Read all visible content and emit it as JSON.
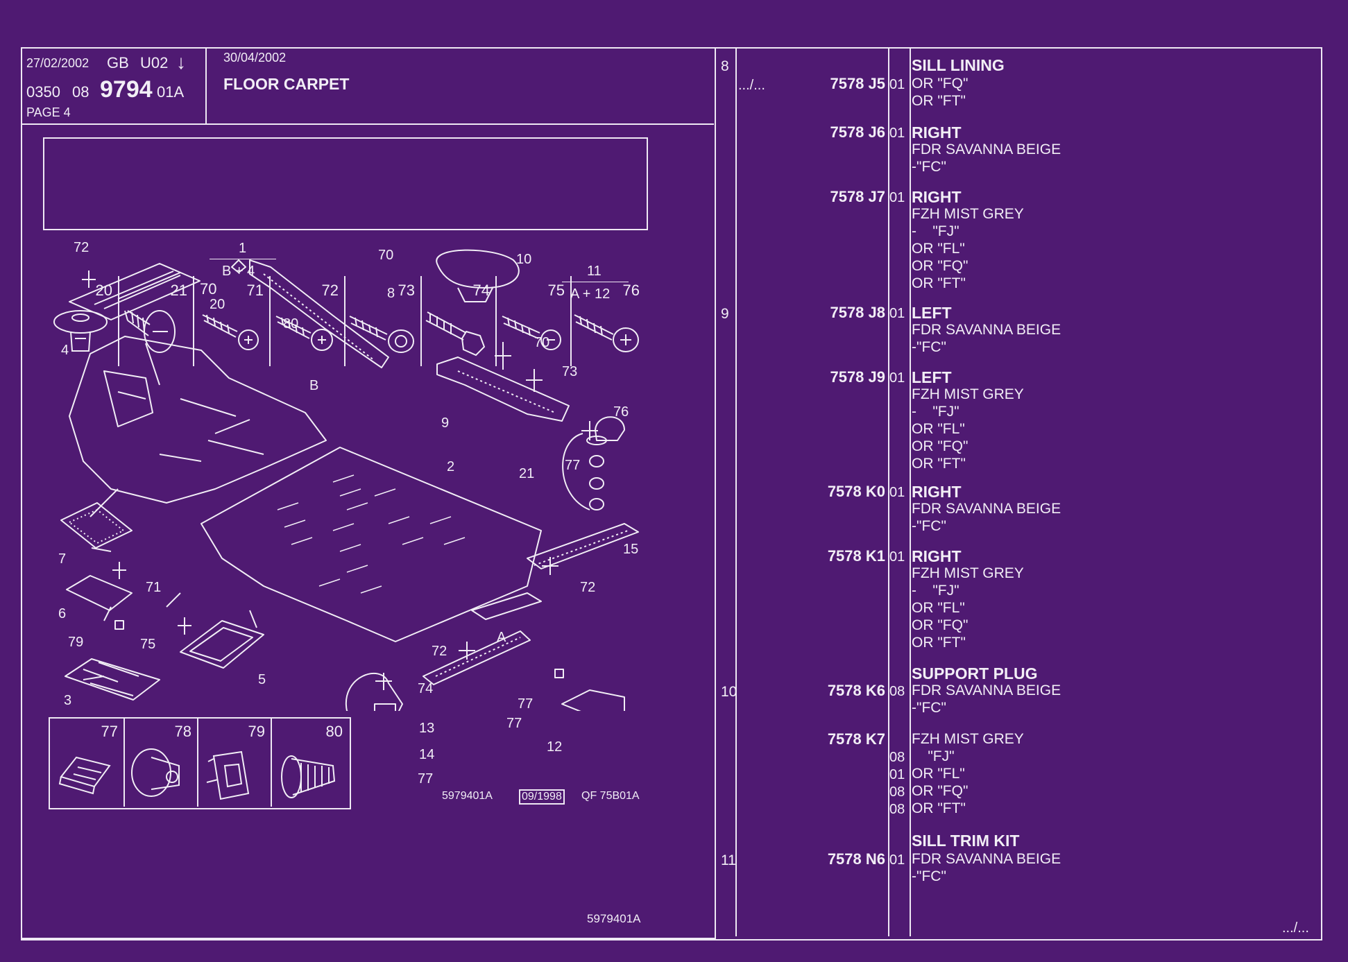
{
  "header": {
    "date1": "27/02/2002",
    "lang": "GB",
    "code": "U02",
    "arrow": "↓",
    "line2_a": "0350",
    "line2_b": "08",
    "line2_c": "9794",
    "line2_d": "01A",
    "page": "PAGE 4",
    "date2": "30/04/2002",
    "title": "FLOOR CARPET"
  },
  "swatches_top": [
    "20",
    "21",
    "70",
    "71",
    "72",
    "73",
    "74",
    "75",
    "76"
  ],
  "swatches_bottom": [
    "77",
    "78",
    "79",
    "80"
  ],
  "diagram": {
    "labels": {
      "c72a": "72",
      "c1": "1",
      "bplus4": "B + 4",
      "c70a": "70",
      "c10": "10",
      "c11": "11",
      "aplus12": "A + 12",
      "c20": "20",
      "c80": "80",
      "c8": "8",
      "c4": "4",
      "c70b": "70",
      "c73": "73",
      "cB": "B",
      "c76": "76",
      "c9": "9",
      "c2": "2",
      "c21": "21",
      "c77a": "77",
      "c15": "15",
      "c7": "7",
      "c71": "71",
      "c72b": "72",
      "c6": "6",
      "c79": "79",
      "c75": "75",
      "cA": "A",
      "c72c": "72",
      "c5": "5",
      "c74": "74",
      "c77b": "77",
      "c3": "3",
      "c13": "13",
      "c77c": "77",
      "c12": "12",
      "c14": "14",
      "c77d": "77"
    },
    "ref_code": "5979401A",
    "ref_date": "09/1998",
    "ref_qf": "QF 75B01A",
    "footer_code": "5979401A"
  },
  "parts": {
    "continuation_top": ".../...",
    "continuation_bottom": ".../...",
    "rows": [
      {
        "ref": "8",
        "part": "",
        "var": "",
        "lines": [
          {
            "t": "SILL LINING",
            "b": true
          }
        ]
      },
      {
        "ref": "",
        "part": "7578 J5",
        "var": "01",
        "lines": [
          {
            "t": "OR \"FQ\""
          },
          {
            "t": "OR \"FT\""
          }
        ]
      },
      {
        "ref": "",
        "part": "7578 J6",
        "var": "01",
        "lines": [
          {
            "t": "RIGHT",
            "b": true
          },
          {
            "t": "FDR SAVANNA BEIGE"
          },
          {
            "t": "-\"FC\""
          }
        ]
      },
      {
        "ref": "",
        "part": "7578 J7",
        "var": "01",
        "lines": [
          {
            "t": "RIGHT",
            "b": true
          },
          {
            "t": "FZH MIST GREY"
          },
          {
            "t": "-    \"FJ\""
          },
          {
            "t": "OR \"FL\""
          },
          {
            "t": "OR \"FQ\""
          },
          {
            "t": "OR \"FT\""
          }
        ]
      },
      {
        "ref": "9",
        "part": "7578 J8",
        "var": "01",
        "lines": [
          {
            "t": "LEFT",
            "b": true
          },
          {
            "t": "FDR SAVANNA BEIGE"
          },
          {
            "t": "-\"FC\""
          }
        ]
      },
      {
        "ref": "",
        "part": "7578 J9",
        "var": "01",
        "lines": [
          {
            "t": "LEFT",
            "b": true
          },
          {
            "t": "FZH MIST GREY"
          },
          {
            "t": "-    \"FJ\""
          },
          {
            "t": "OR \"FL\""
          },
          {
            "t": "OR \"FQ\""
          },
          {
            "t": "OR \"FT\""
          }
        ]
      },
      {
        "ref": "",
        "part": "7578 K0",
        "var": "01",
        "lines": [
          {
            "t": "RIGHT",
            "b": true
          },
          {
            "t": "FDR SAVANNA BEIGE"
          },
          {
            "t": "-\"FC\""
          }
        ]
      },
      {
        "ref": "",
        "part": "7578 K1",
        "var": "01",
        "lines": [
          {
            "t": "RIGHT",
            "b": true
          },
          {
            "t": "FZH MIST GREY"
          },
          {
            "t": "-    \"FJ\""
          },
          {
            "t": "OR \"FL\""
          },
          {
            "t": "OR \"FQ\""
          },
          {
            "t": "OR \"FT\""
          }
        ]
      },
      {
        "ref": "",
        "part": "",
        "var": "",
        "lines": [
          {
            "t": "SUPPORT PLUG",
            "b": true
          }
        ]
      },
      {
        "ref": "10",
        "part": "7578 K6",
        "var": "08",
        "lines": [
          {
            "t": "FDR SAVANNA BEIGE"
          },
          {
            "t": "-\"FC\""
          }
        ]
      },
      {
        "ref": "",
        "part": "7578 K7",
        "var": "",
        "lines": [
          {
            "t": "FZH MIST GREY"
          }
        ]
      },
      {
        "ref": "",
        "part": "",
        "var": "08",
        "lines": [
          {
            "t": "    \"FJ\""
          }
        ]
      },
      {
        "ref": "",
        "part": "",
        "var": "01",
        "lines": [
          {
            "t": "OR \"FL\""
          }
        ]
      },
      {
        "ref": "",
        "part": "",
        "var": "08",
        "lines": [
          {
            "t": "OR \"FQ\""
          }
        ]
      },
      {
        "ref": "",
        "part": "",
        "var": "08",
        "lines": [
          {
            "t": "OR \"FT\""
          }
        ]
      },
      {
        "ref": "",
        "part": "",
        "var": "",
        "lines": [
          {
            "t": "SILL TRIM KIT",
            "b": true
          }
        ]
      },
      {
        "ref": "11",
        "part": "7578 N6",
        "var": "01",
        "lines": [
          {
            "t": "FDR SAVANNA BEIGE"
          },
          {
            "t": "-\"FC\""
          }
        ]
      }
    ]
  },
  "colors": {
    "background": "#4f1a72",
    "ink": "#f2eef6"
  }
}
